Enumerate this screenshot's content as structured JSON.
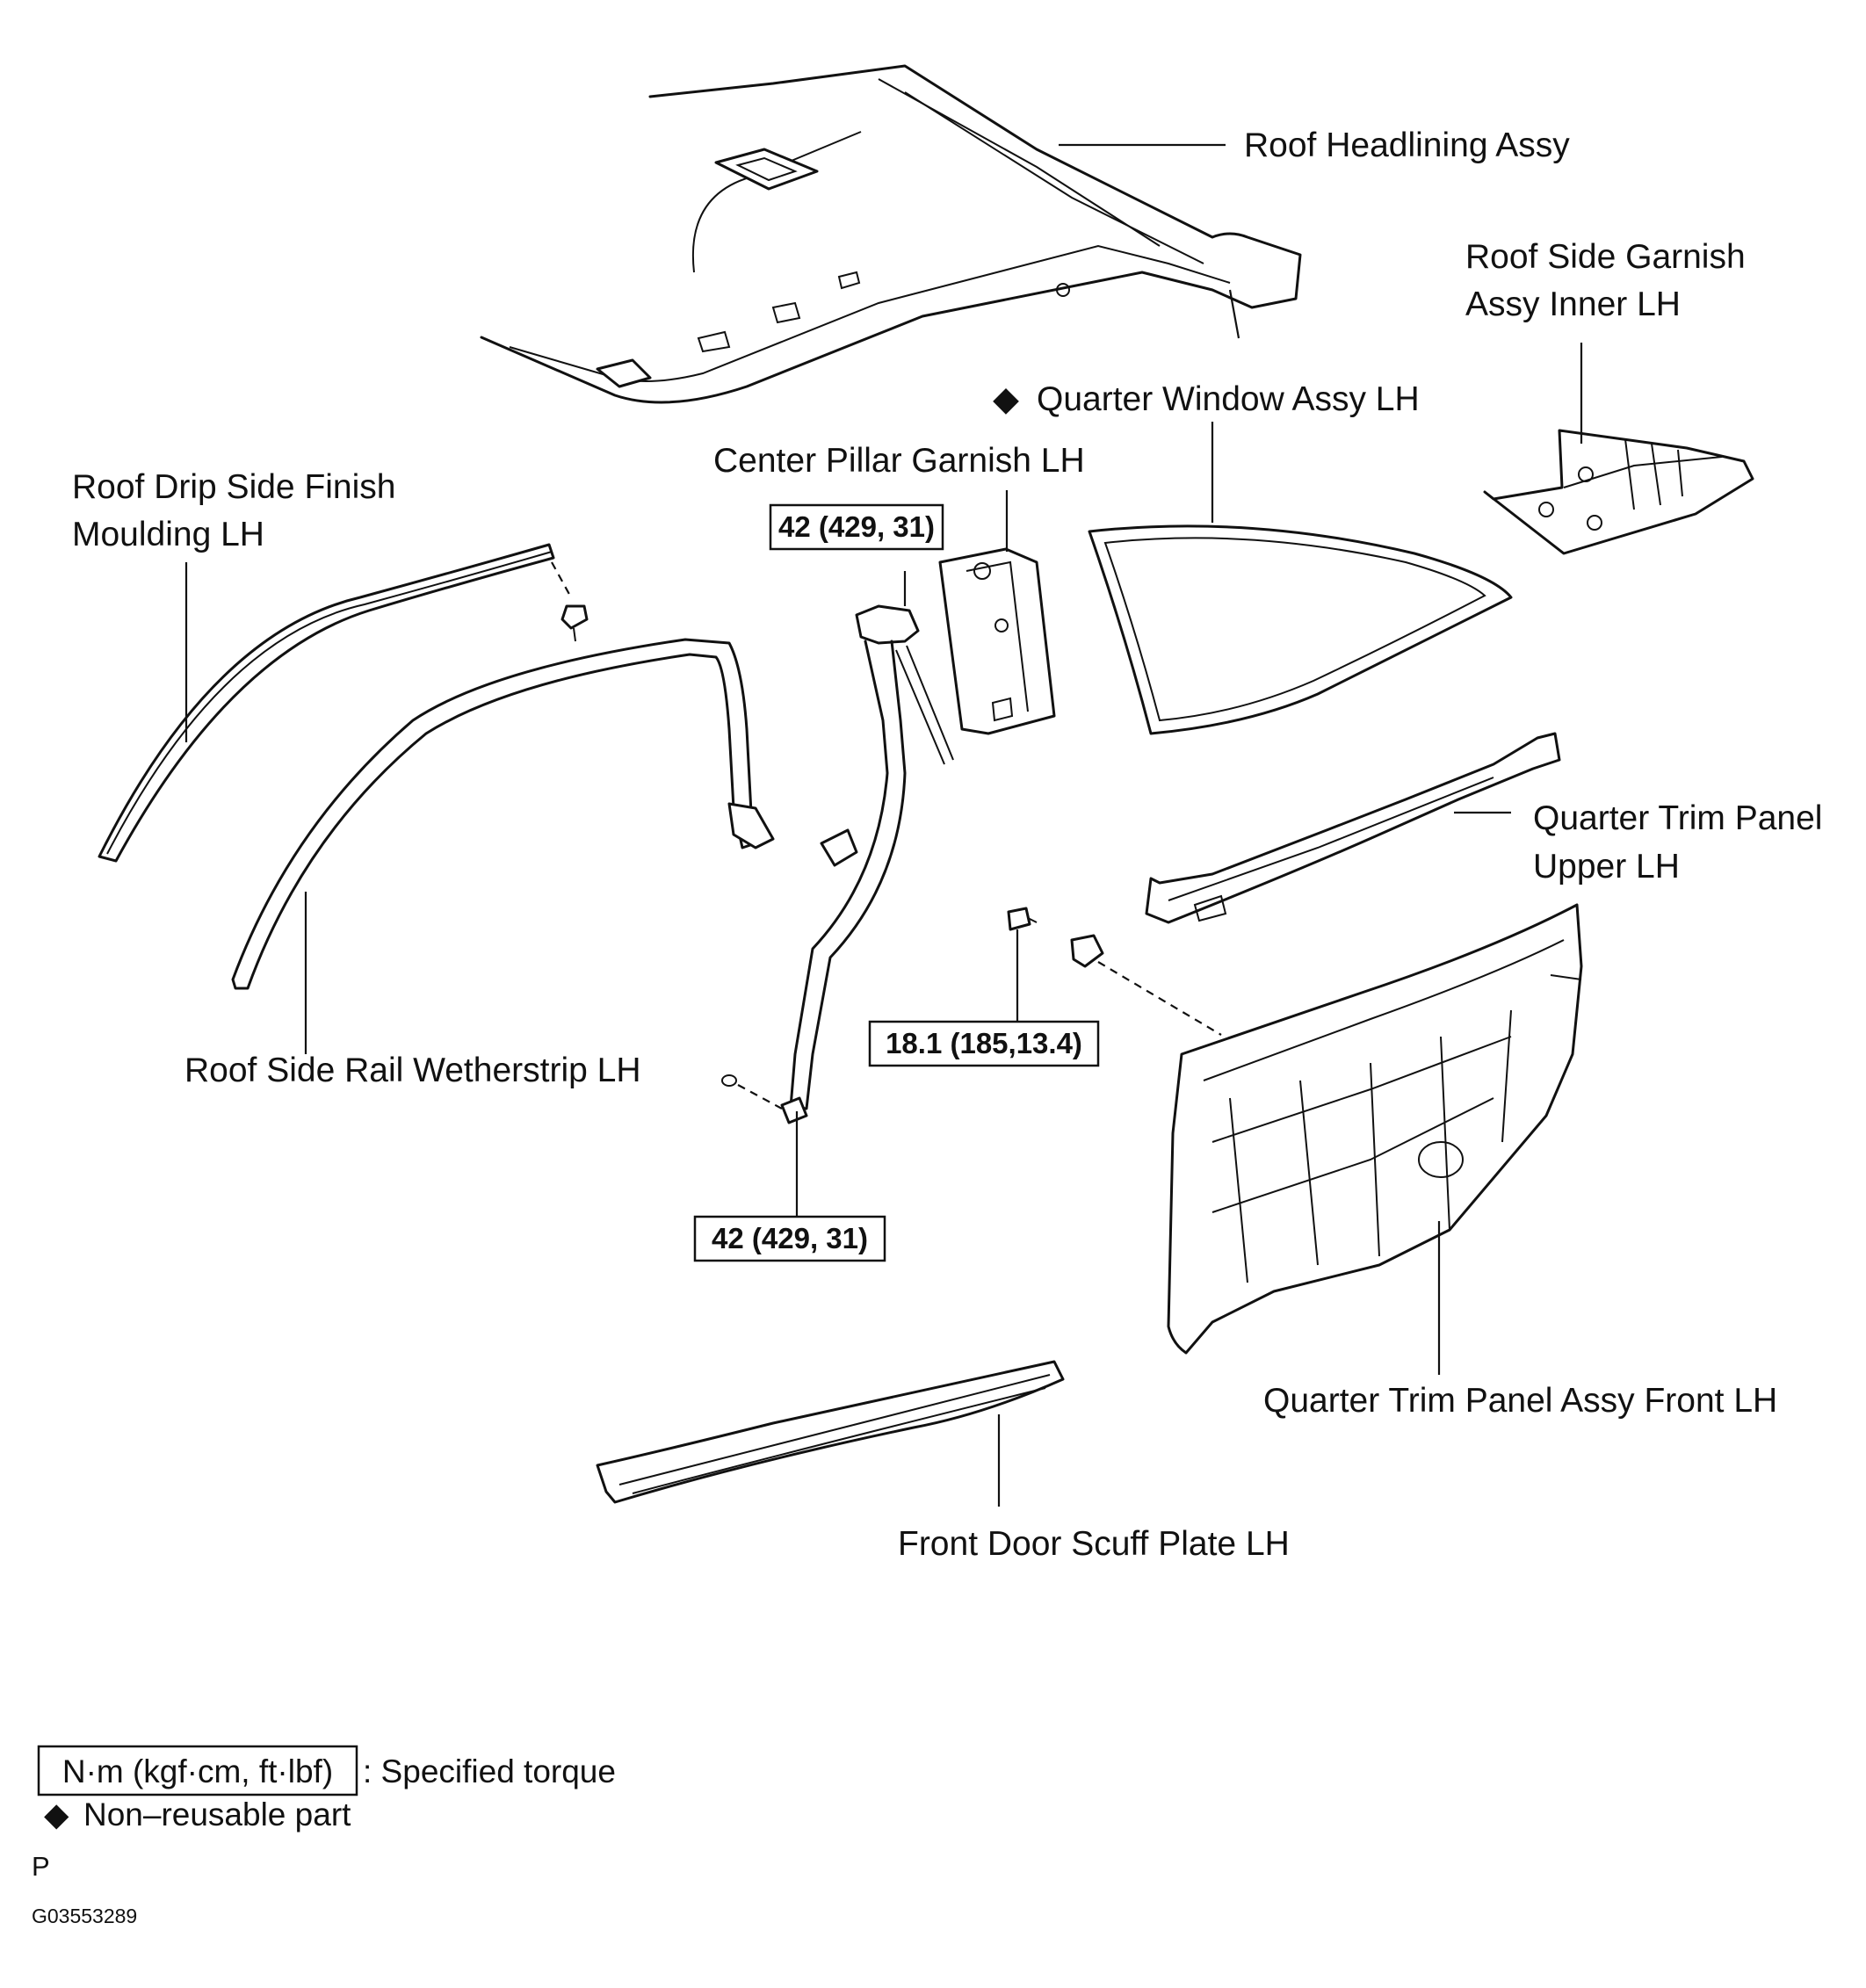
{
  "labels": {
    "roof_headlining": "Roof Headlining Assy",
    "roof_side_garnish_1": "Roof Side Garnish",
    "roof_side_garnish_2": "Assy Inner LH",
    "quarter_window": "Quarter Window Assy LH",
    "center_pillar": "Center Pillar Garnish LH",
    "roof_drip_1": "Roof Drip Side Finish",
    "roof_drip_2": "Moulding LH",
    "quarter_trim_upper_1": "Quarter Trim Panel",
    "quarter_trim_upper_2": "Upper LH",
    "roof_side_rail": "Roof Side Rail Wetherstrip LH",
    "quarter_trim_front": "Quarter Trim Panel Assy Front LH",
    "scuff_plate": "Front Door Scuff Plate LH"
  },
  "torque": {
    "upper_anchor": "42 (429, 31)",
    "trim_bolt": "18.1 (185,13.4)",
    "lower_anchor": "42 (429, 31)"
  },
  "legend": {
    "torque_unit": "N·m (kgf·cm, ft·lbf)",
    "torque_desc": ": Specified torque",
    "non_reusable": "Non–reusable part",
    "diamond_symbol": "◆"
  },
  "footer": {
    "letter": "P",
    "figure_id": "G03553289"
  }
}
